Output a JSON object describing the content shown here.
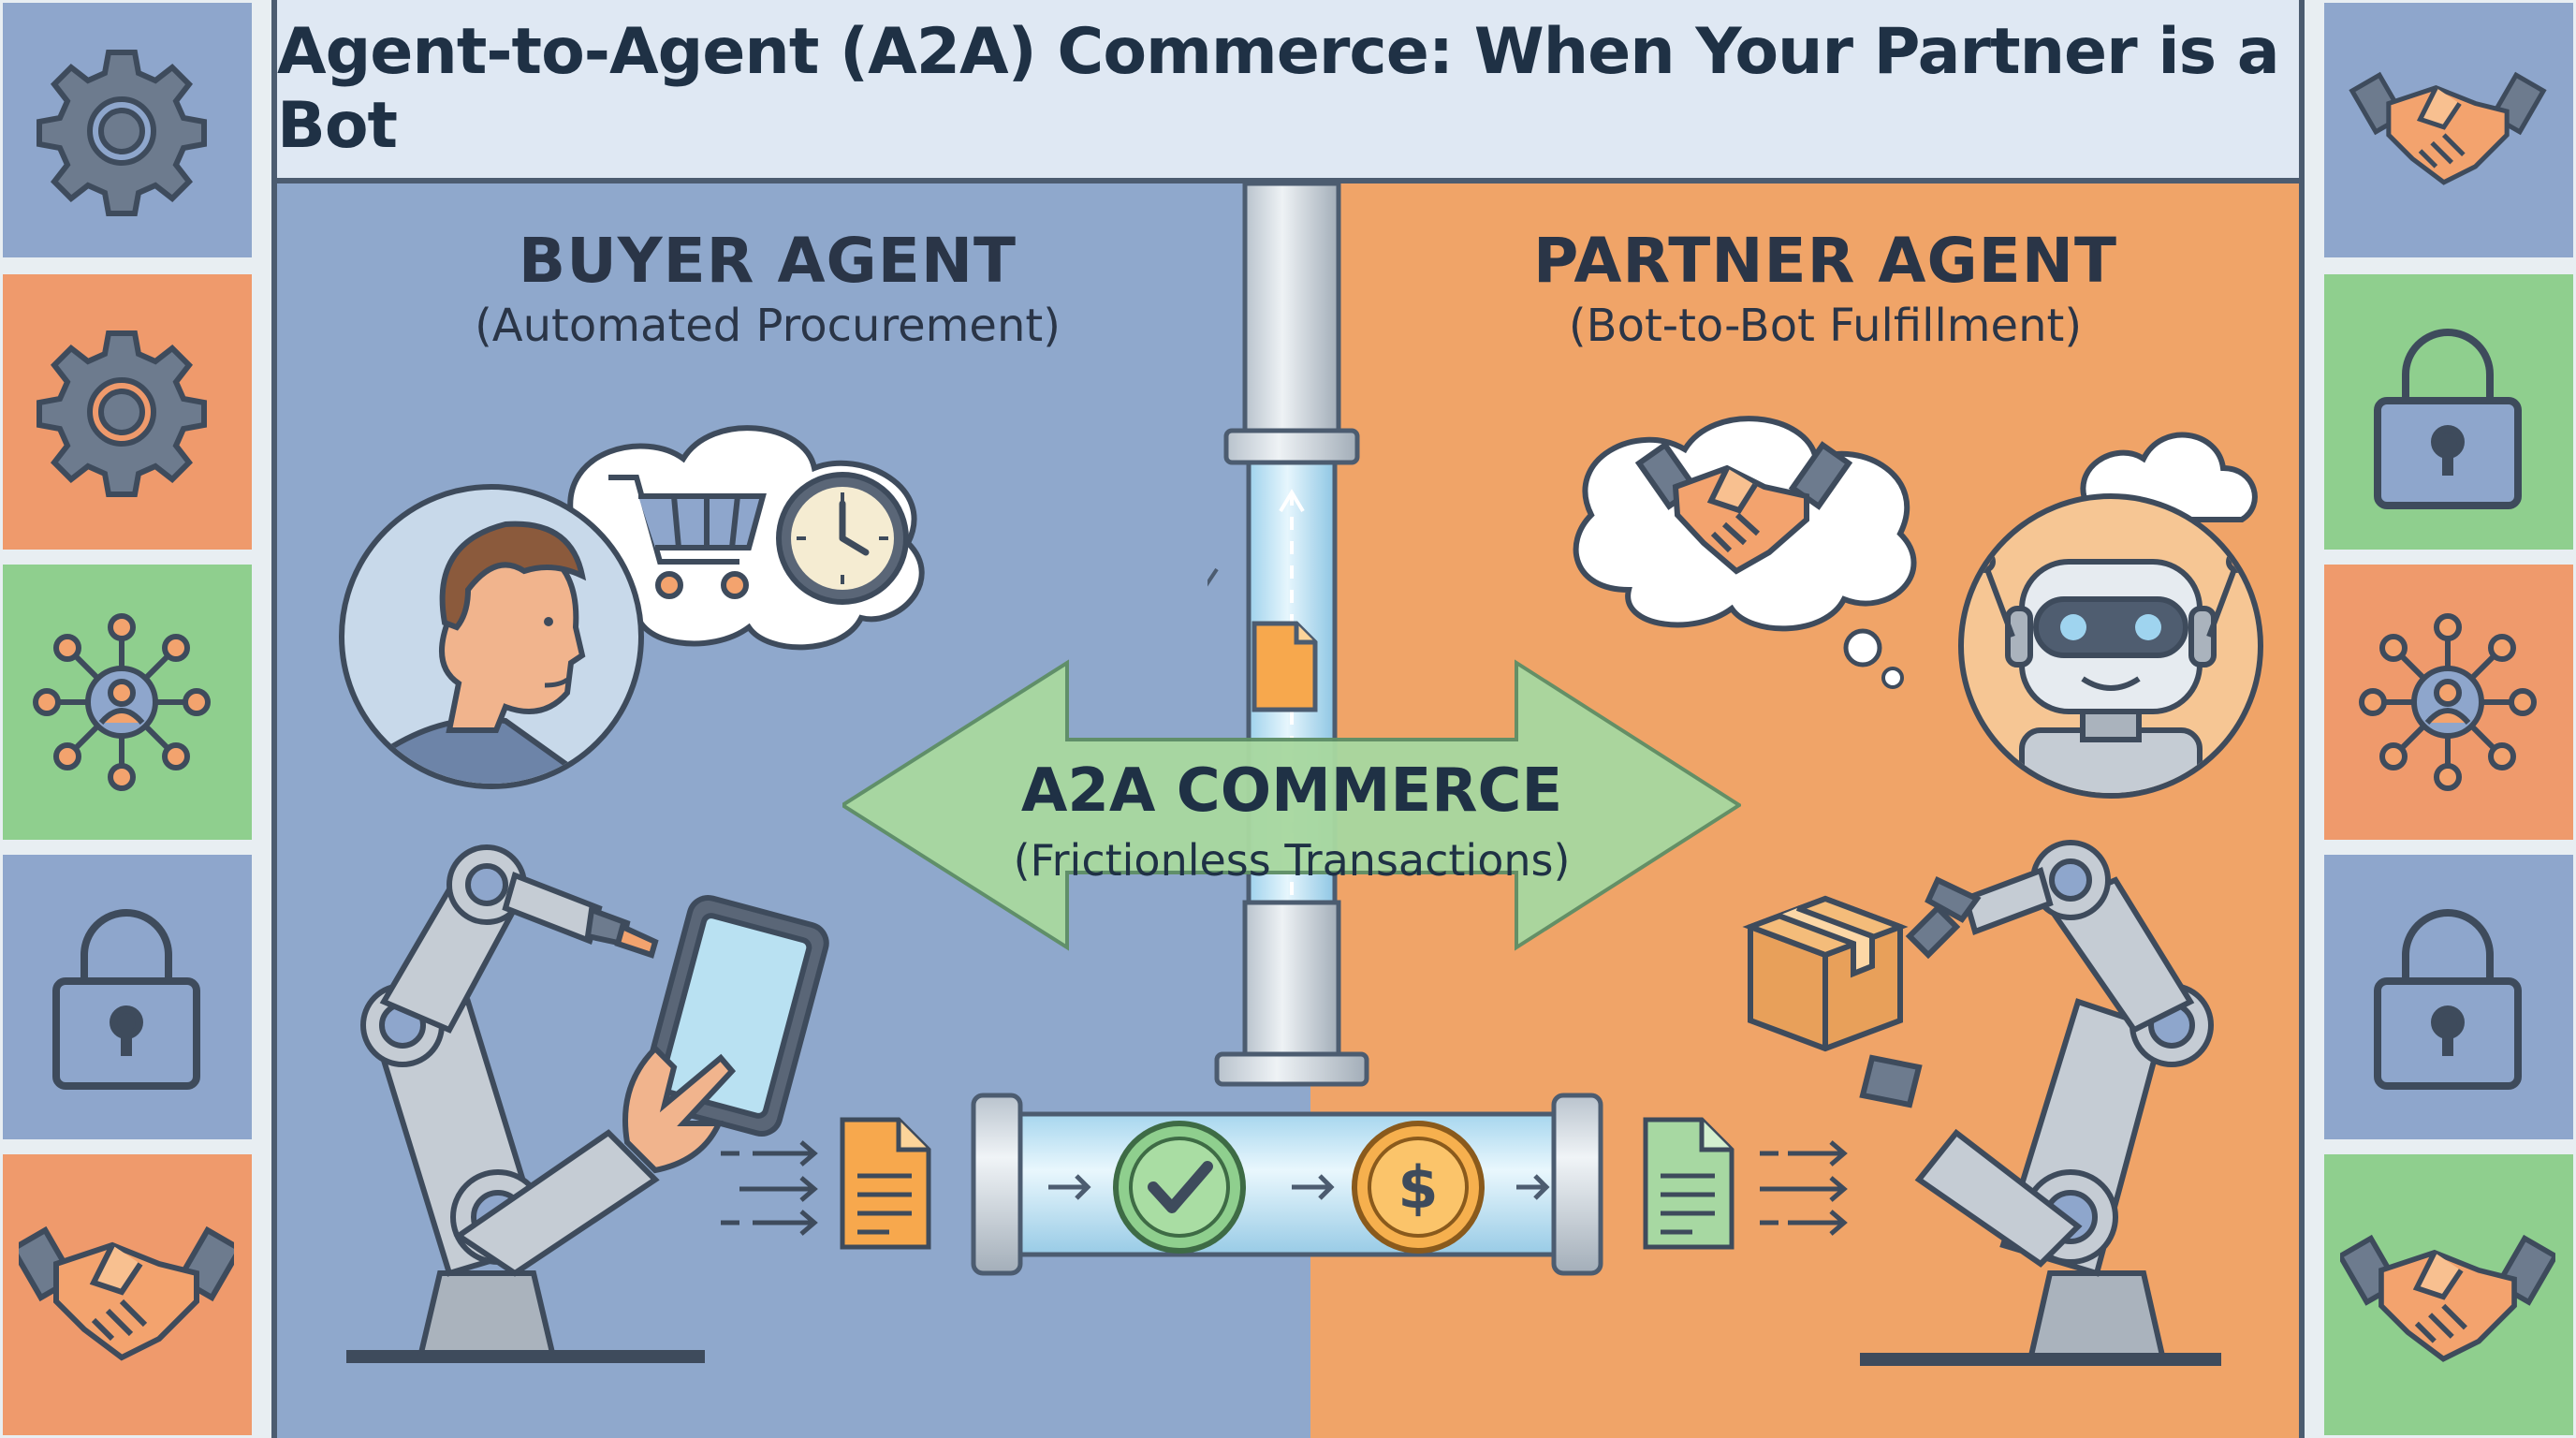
{
  "title": "Agent-to-Agent (A2A) Commerce: When Your Partner is a Bot",
  "buyer": {
    "heading": "BUYER AGENT",
    "subheading": "(Automated Procurement)"
  },
  "partner": {
    "heading": "PARTNER AGENT",
    "subheading": "(Bot-to-Bot Fulfillment)"
  },
  "center": {
    "heading": "A2A COMMERCE",
    "subheading": "(Frictionless Transactions)"
  },
  "left_sidebar_icons": [
    "gear-icon",
    "gear-icon",
    "network-icon",
    "lock-icon",
    "handshake-icon"
  ],
  "right_sidebar_icons": [
    "handshake-icon",
    "lock-icon",
    "network-icon",
    "lock-icon",
    "handshake-icon"
  ],
  "colors": {
    "buyer_panel": "#8fa8cc",
    "partner_panel": "#f0a468",
    "arrow": "#a8d8a0",
    "tile_blue": "#8ea6cc",
    "tile_orange": "#ef9a6c",
    "tile_green": "#8fcf8e",
    "outline": "#4c5c70"
  }
}
